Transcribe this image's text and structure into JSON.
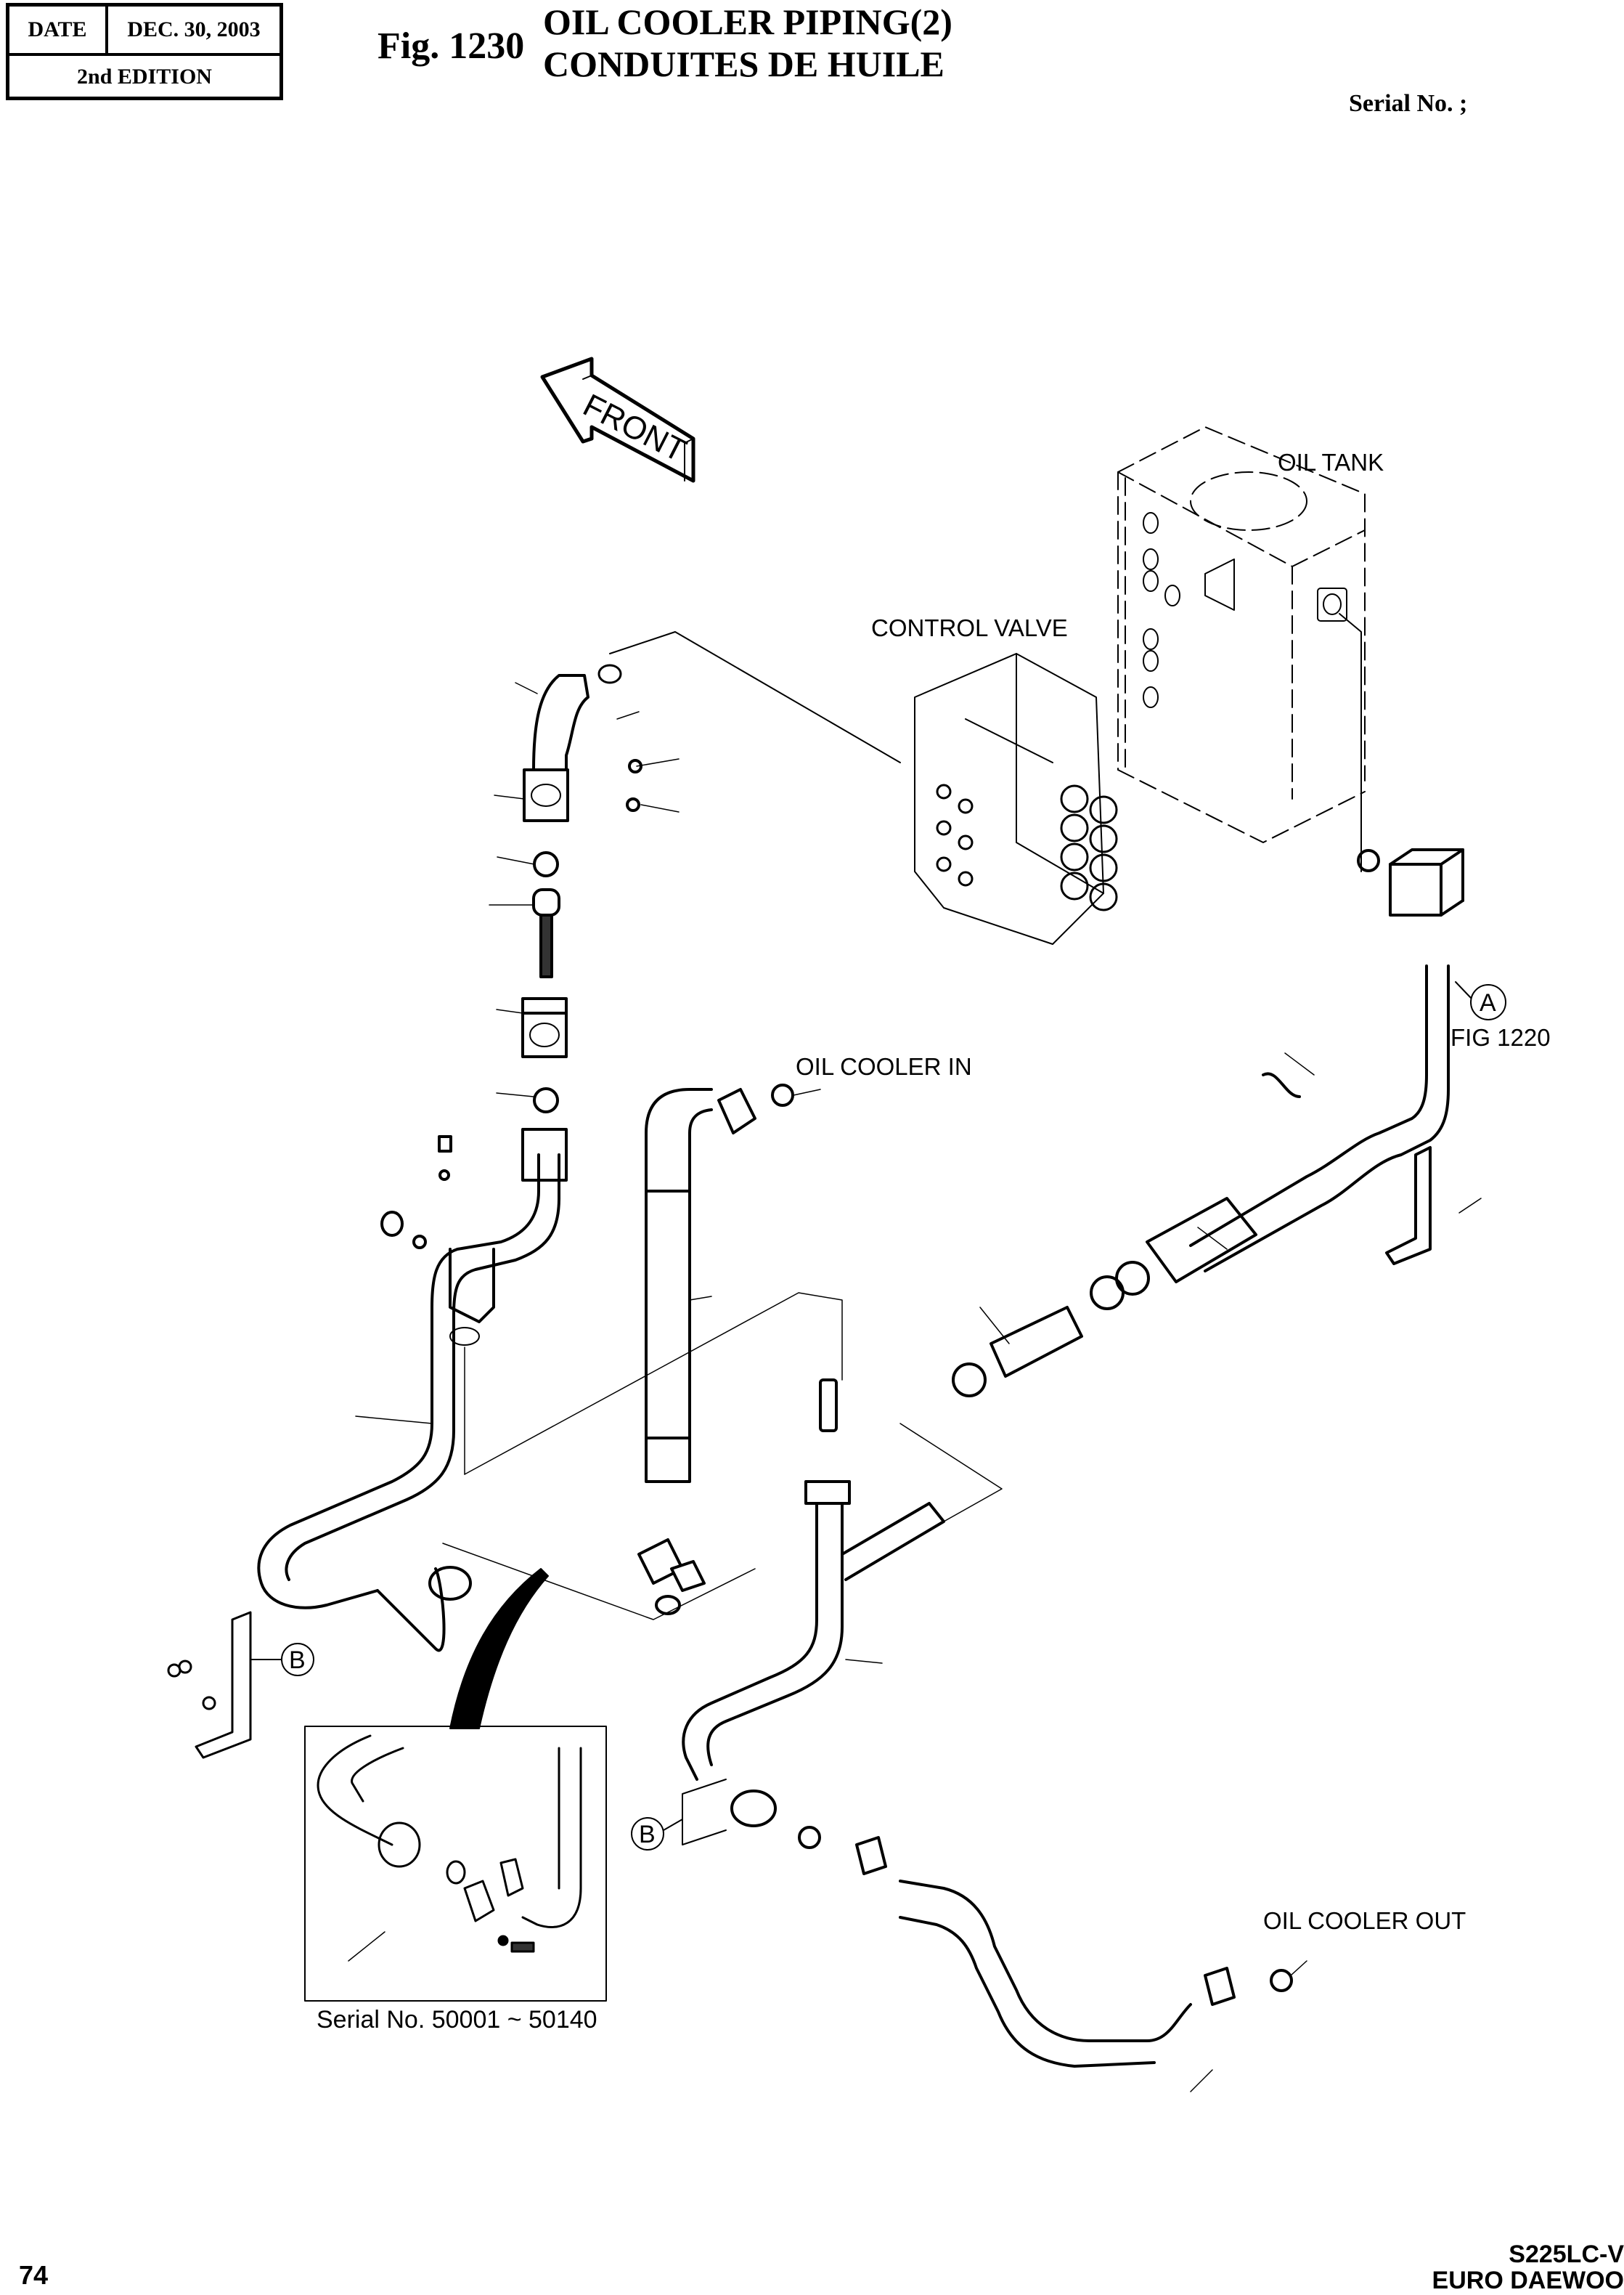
{
  "header": {
    "date_label": "DATE",
    "date_value": "DEC. 30, 2003",
    "edition": "2nd EDITION",
    "figure_number": "Fig. 1230",
    "title_en": "OIL COOLER PIPING(2)",
    "title_fr": "CONDUITES DE HUILE",
    "serial_label": "Serial No. ;"
  },
  "diagram": {
    "direction_arrow": "FRONT",
    "labels": {
      "oil_tank": "OIL TANK",
      "control_valve": "CONTROL VALVE",
      "oil_cooler_in": "OIL COOLER IN",
      "oil_cooler_out": "OIL COOLER OUT",
      "fig_reference": "FIG 1220"
    },
    "callouts": {
      "a": "A",
      "b": "B"
    },
    "inset": {
      "caption": "Serial No. 50001 ~ 50140"
    }
  },
  "footer": {
    "page_number": "74",
    "model": "S225LC-V",
    "brand": "EURO DAEWOO"
  }
}
